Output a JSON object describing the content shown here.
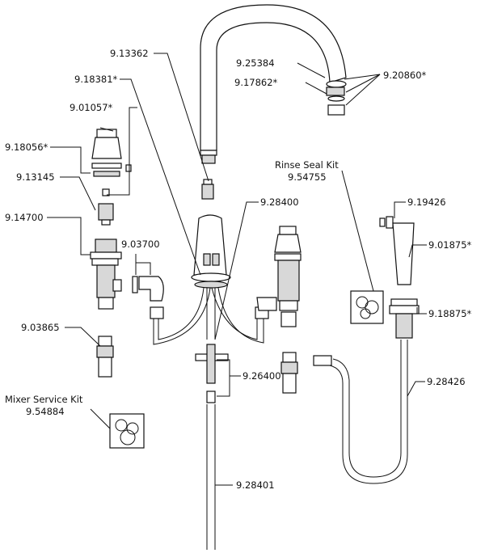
{
  "labels": {
    "p13362": "9.13362",
    "p18381": "9.18381*",
    "p01057": "9.01057*",
    "p18056": "9.18056*",
    "p13145": "9.13145",
    "p14700": "9.14700",
    "p03700": "9.03700",
    "p03865": "9.03865",
    "mixer_kit_title": "Mixer Service Kit",
    "mixer_kit_num": "9.54884",
    "p25384": "9.25384",
    "p17862": "9.17862*",
    "p20860": "9.20860*",
    "p28400": "9.28400",
    "rinse_kit_title": "Rinse Seal Kit",
    "rinse_kit_num": "9.54755",
    "p19426": "9.19426",
    "p01875": "9.01875*",
    "p18875": "9.18875*",
    "p28426": "9.28426",
    "p26400": "9.26400",
    "p28401": "9.28401"
  }
}
